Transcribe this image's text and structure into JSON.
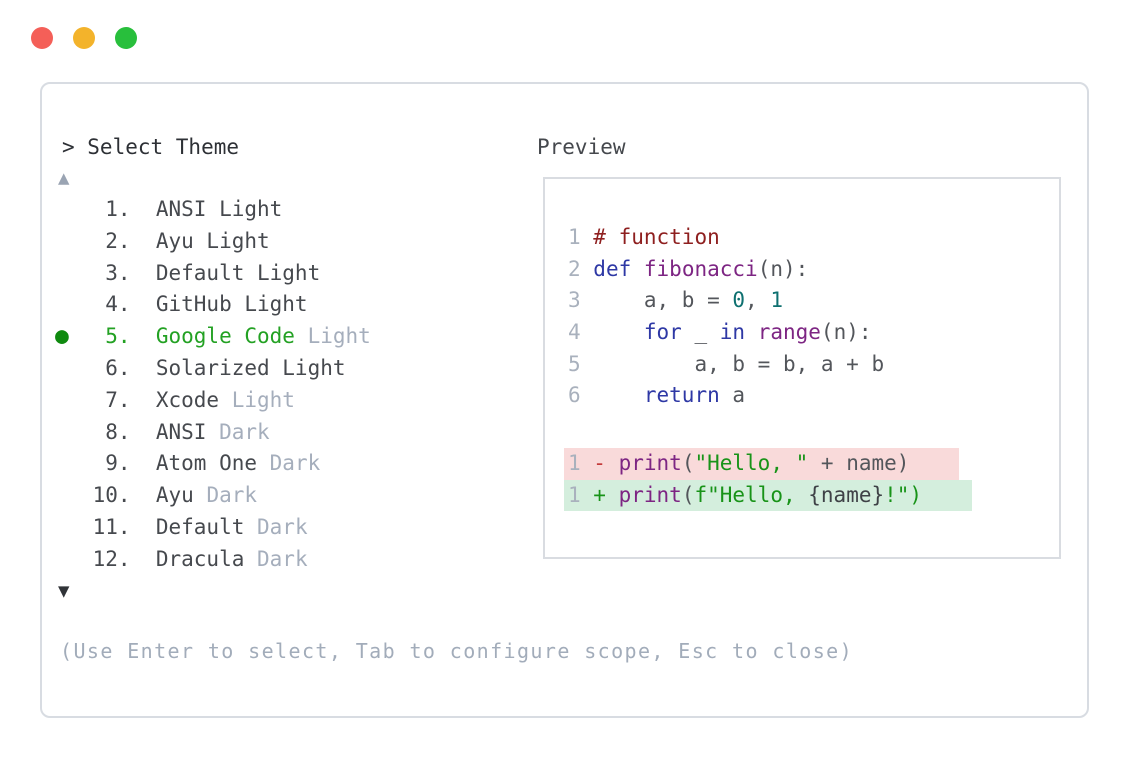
{
  "window_controls": {
    "close_color": "#f45f58",
    "minimize_color": "#f3b32b",
    "maximize_color": "#28bf3c"
  },
  "picker": {
    "prompt": "> Select Theme",
    "scroll_up": "▲",
    "scroll_down": "▼",
    "selected_marker": "●",
    "items": [
      {
        "number": "1",
        "name": "ANSI Light",
        "variant": "",
        "selected": false
      },
      {
        "number": "2",
        "name": "Ayu Light",
        "variant": "",
        "selected": false
      },
      {
        "number": "3",
        "name": "Default Light",
        "variant": "",
        "selected": false
      },
      {
        "number": "4",
        "name": "GitHub Light",
        "variant": "",
        "selected": false
      },
      {
        "number": "5",
        "name": "Google Code",
        "variant": "Light",
        "selected": true
      },
      {
        "number": "6",
        "name": "Solarized Light",
        "variant": "",
        "selected": false
      },
      {
        "number": "7",
        "name": "Xcode",
        "variant": "Light",
        "selected": false
      },
      {
        "number": "8",
        "name": "ANSI",
        "variant": "Dark",
        "selected": false
      },
      {
        "number": "9",
        "name": "Atom One",
        "variant": "Dark",
        "selected": false
      },
      {
        "number": "10",
        "name": "Ayu",
        "variant": "Dark",
        "selected": false
      },
      {
        "number": "11",
        "name": "Default",
        "variant": "Dark",
        "selected": false
      },
      {
        "number": "12",
        "name": "Dracula",
        "variant": "Dark",
        "selected": false
      }
    ],
    "footer_hint": "(Use Enter to select, Tab to configure scope, Esc to close)"
  },
  "preview": {
    "title": "Preview",
    "code_lines": [
      {
        "num": "1",
        "segments": [
          [
            "# function",
            "comment"
          ]
        ]
      },
      {
        "num": "2",
        "segments": [
          [
            "def",
            "keyword"
          ],
          [
            " ",
            "plain"
          ],
          [
            "fibonacci",
            "func"
          ],
          [
            "(n):",
            "plain"
          ]
        ]
      },
      {
        "num": "3",
        "segments": [
          [
            "    a, b = ",
            "plain"
          ],
          [
            "0",
            "number"
          ],
          [
            ", ",
            "plain"
          ],
          [
            "1",
            "number"
          ]
        ]
      },
      {
        "num": "4",
        "segments": [
          [
            "    ",
            "plain"
          ],
          [
            "for",
            "keyword"
          ],
          [
            " _ ",
            "plain"
          ],
          [
            "in",
            "keyword"
          ],
          [
            " ",
            "plain"
          ],
          [
            "range",
            "func"
          ],
          [
            "(n):",
            "plain"
          ]
        ]
      },
      {
        "num": "5",
        "segments": [
          [
            "        a, b = b, a + b",
            "plain"
          ]
        ]
      },
      {
        "num": "6",
        "segments": [
          [
            "    ",
            "plain"
          ],
          [
            "return",
            "keyword"
          ],
          [
            " a",
            "plain"
          ]
        ]
      }
    ],
    "diff_lines": [
      {
        "num": "1",
        "kind": "removed",
        "segments": [
          [
            "- ",
            "removed"
          ],
          [
            "print",
            "func"
          ],
          [
            "(",
            "plain"
          ],
          [
            "\"Hello, \"",
            "string"
          ],
          [
            " + name)",
            "plain"
          ]
        ]
      },
      {
        "num": "1",
        "kind": "added",
        "segments": [
          [
            "+ ",
            "added"
          ],
          [
            "print",
            "func"
          ],
          [
            "(",
            "plain"
          ],
          [
            "f\"Hello, ",
            "string"
          ],
          [
            "{name}",
            "interp"
          ],
          [
            "!\")",
            "string"
          ]
        ]
      }
    ]
  },
  "palette": {
    "window_border": "#d8dce2",
    "accent_green": "#23a123",
    "bullet_green": "#0f8a0f",
    "muted": "#a5aebc",
    "list_text": "#46494e",
    "line_number": "#a9b1bd",
    "code": {
      "comment": "#8e1f1f",
      "keyword": "#2e38a5",
      "func": "#7d2583",
      "number": "#0e7070",
      "string": "#189318",
      "plain": "#53565b",
      "interp": "#3e4146",
      "removed": "#c43a3a",
      "added": "#179317",
      "removed_bg": "#f9dada",
      "added_bg": "#d4eedd"
    }
  }
}
